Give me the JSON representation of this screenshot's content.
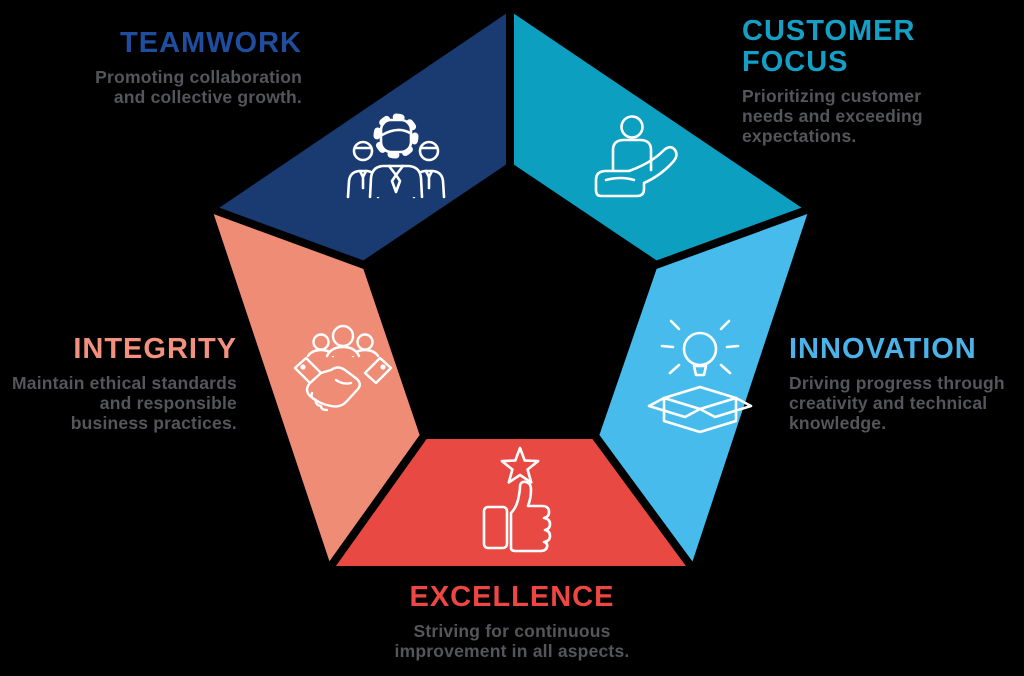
{
  "diagram_title": "Core values pentagon diagram",
  "background_color": "#000000",
  "body_text_color": "#55565A",
  "icon_stroke_color": "#FFFFFF",
  "values": [
    {
      "id": "teamwork",
      "title": "TEAMWORK",
      "title_lines": [
        "TEAMWORK"
      ],
      "title_color": "#1F4E9F",
      "segment_color": "#1A3A72",
      "description": "Promoting collaboration and collective growth.",
      "description_lines": [
        "Promoting collaboration",
        "and collective growth."
      ],
      "icon": "gear-people-icon"
    },
    {
      "id": "customer-focus",
      "title": "CUSTOMER FOCUS",
      "title_lines": [
        "CUSTOMER",
        "FOCUS"
      ],
      "title_color": "#14A0C6",
      "segment_color": "#0C9FC0",
      "description": "Prioritizing customer needs and exceeding expectations.",
      "description_lines": [
        "Prioritizing customer",
        "needs and exceeding",
        "expectations."
      ],
      "icon": "hand-holding-person-icon"
    },
    {
      "id": "innovation",
      "title": "INNOVATION",
      "title_lines": [
        "INNOVATION"
      ],
      "title_color": "#4CB3E8",
      "segment_color": "#47BCEC",
      "description": "Driving progress through creativity and technical knowledge.",
      "description_lines": [
        "Driving progress through",
        "creativity and technical",
        "knowledge."
      ],
      "icon": "lightbulb-out-of-box-icon"
    },
    {
      "id": "excellence",
      "title": "EXCELLENCE",
      "title_lines": [
        "EXCELLENCE"
      ],
      "title_color": "#EE4743",
      "segment_color": "#E84A43",
      "description": "Striving for continuous improvement in all aspects.",
      "description_lines": [
        "Striving for continuous",
        "improvement in all aspects."
      ],
      "icon": "thumbs-up-star-icon"
    },
    {
      "id": "integrity",
      "title": "INTEGRITY",
      "title_lines": [
        "INTEGRITY"
      ],
      "title_color": "#F2917E",
      "segment_color": "#EE8C76",
      "description": "Maintain ethical standards and responsible business practices.",
      "description_lines": [
        "Maintain ethical standards",
        "and responsible",
        "business practices."
      ],
      "icon": "handshake-people-icon"
    }
  ]
}
